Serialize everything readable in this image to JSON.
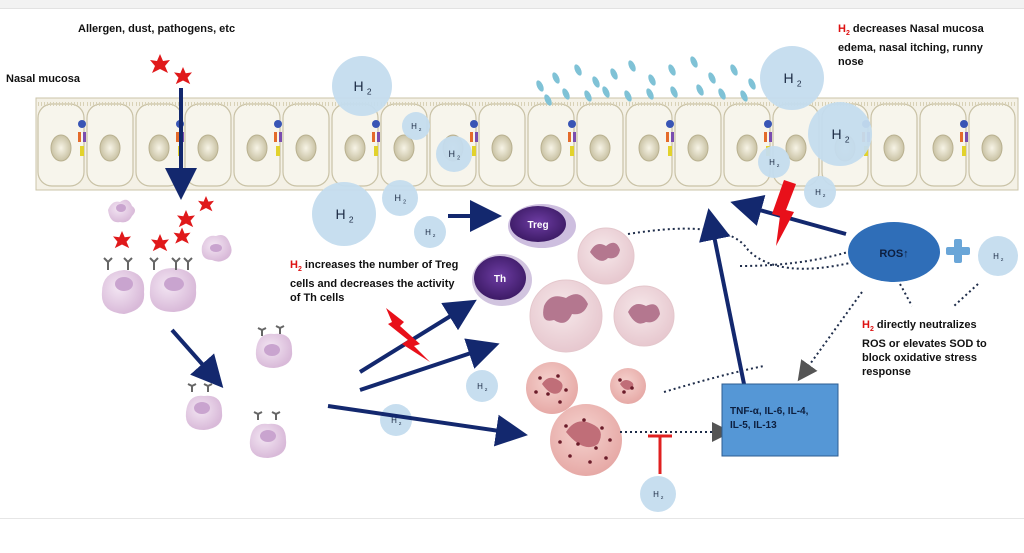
{
  "labels": {
    "allergen": "Allergen, dust, pathogens, etc",
    "nasal_mucosa": "Nasal mucosa",
    "top_right_h": "H",
    "top_right_sub": "2",
    "top_right_text": "decreases Nasal mucosa edema, nasal itching, runny nose",
    "middle_h": "H",
    "middle_sub": "2",
    "middle_text": "increases the number of Treg cells and decreases the activity of Th cells",
    "ros_h": "H",
    "ros_sub": "2",
    "ros_text": "directly neutralizes ROS or elevates SOD to block oxidative stress response"
  },
  "cells": {
    "treg": "Treg",
    "th": "Th",
    "ros": "ROS↑"
  },
  "cytokines": {
    "line1": "TNF-α, IL-6, IL-4,",
    "line2": "IL-5, IL-13"
  },
  "h2": {
    "symbol": "H",
    "subscript": "2"
  },
  "colors": {
    "arrow": "#13286e",
    "h2_bubble": "#c4dcee",
    "ros_node": "#2f6eb8",
    "cytokine_box": "#5597d6",
    "treg_cell": "#5b2d8c",
    "th_cell": "#5e1f8a",
    "inhibition": "#e02020",
    "highlight_red": "#d11111"
  }
}
